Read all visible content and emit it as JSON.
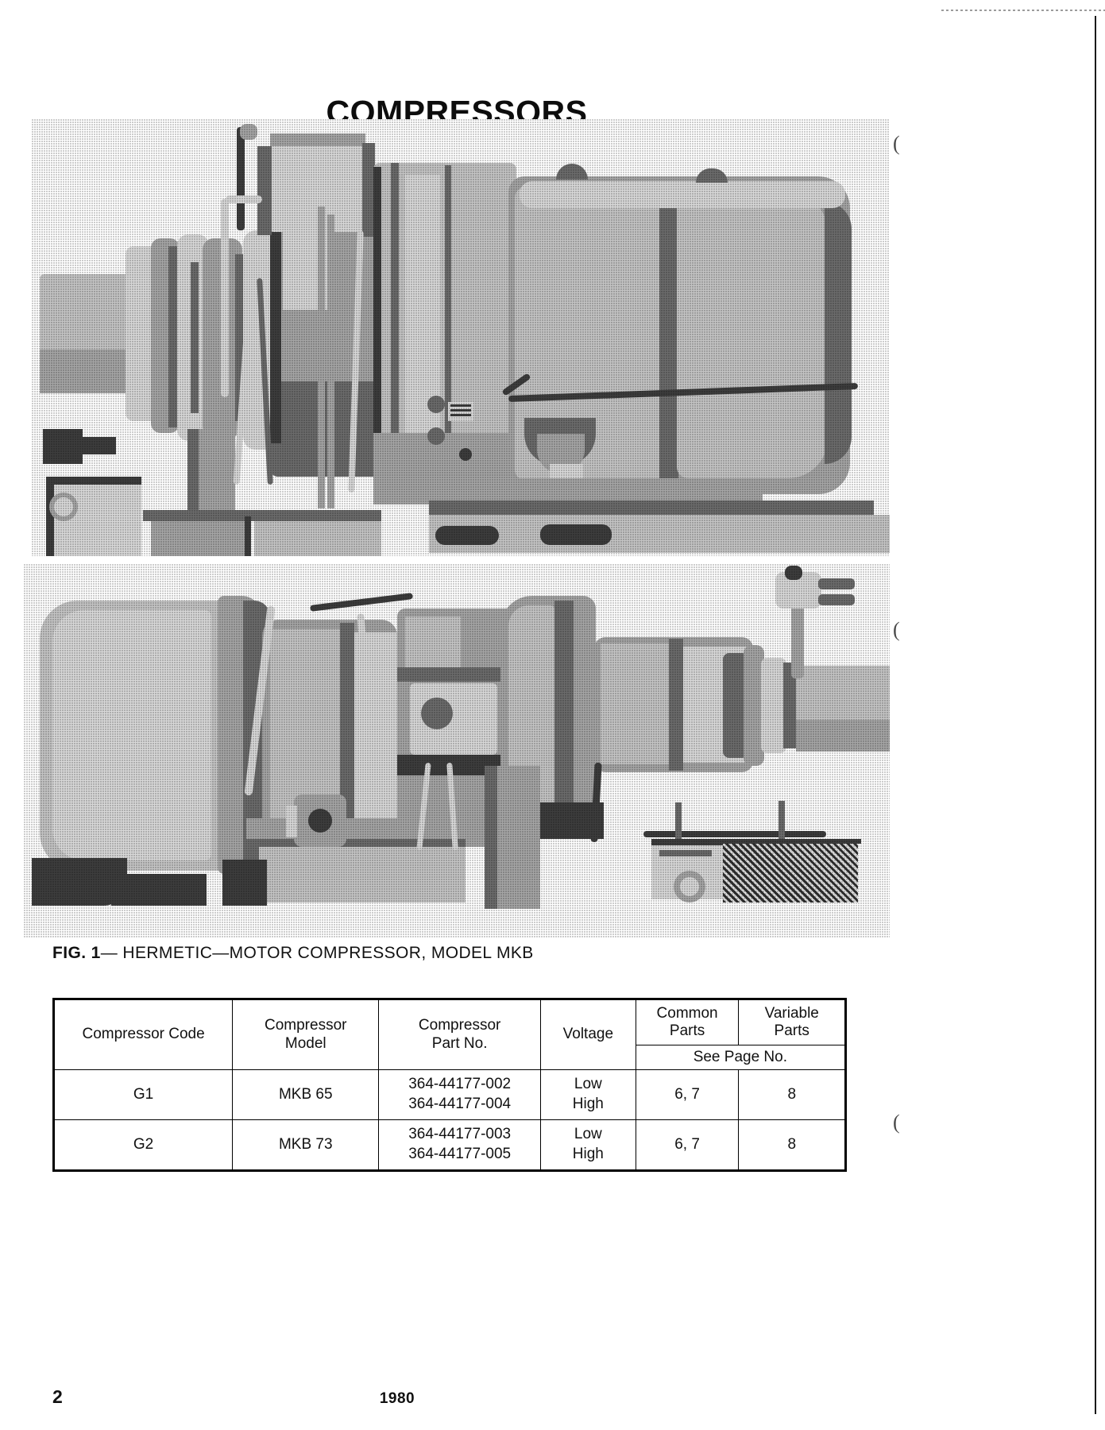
{
  "document": {
    "page_title": "COMPRESSORS",
    "figure": {
      "label": "FIG. 1",
      "dash": "— ",
      "caption": "HERMETIC—MOTOR COMPRESSOR, MODEL MKB",
      "photo_top_alt": "hermetic-motor-compressor-photo-top",
      "photo_bottom_alt": "hermetic-motor-compressor-photo-bottom"
    },
    "table": {
      "headers": {
        "compressor_code": "Compressor Code",
        "compressor_model_line1": "Compressor",
        "compressor_model_line2": "Model",
        "compressor_part_line1": "Compressor",
        "compressor_part_line2": "Part No.",
        "voltage": "Voltage",
        "common_parts_line1": "Common",
        "common_parts_line2": "Parts",
        "variable_parts_line1": "Variable",
        "variable_parts_line2": "Parts",
        "see_page_no": "See Page No."
      },
      "rows": [
        {
          "code": "G1",
          "model": "MKB 65",
          "part_no_line1": "364-44177-002",
          "part_no_line2": "364-44177-004",
          "voltage_line1": "Low",
          "voltage_line2": "High",
          "common_parts": "6, 7",
          "variable_parts": "8"
        },
        {
          "code": "G2",
          "model": "MKB 73",
          "part_no_line1": "364-44177-003",
          "part_no_line2": "364-44177-005",
          "voltage_line1": "Low",
          "voltage_line2": "High",
          "common_parts": "6, 7",
          "variable_parts": "8"
        }
      ]
    },
    "footer": {
      "page_number": "2",
      "year": "1980"
    },
    "colors": {
      "ink": "#111111",
      "paper": "#ffffff",
      "rule": "#000000"
    }
  }
}
